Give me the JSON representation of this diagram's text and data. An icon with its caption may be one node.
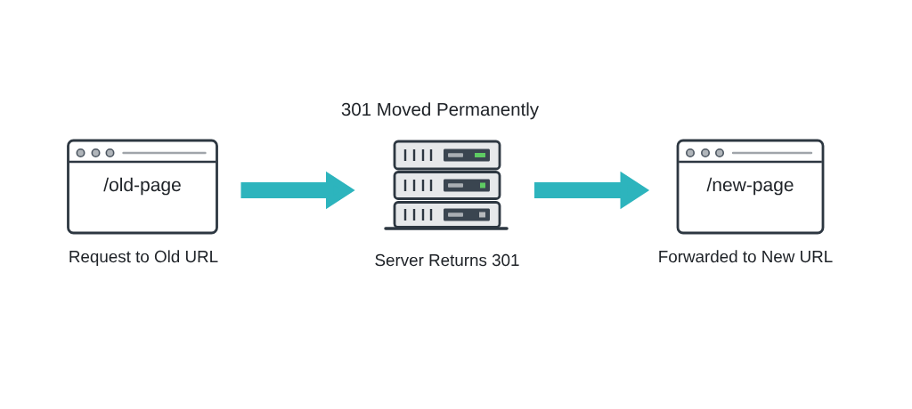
{
  "diagram": {
    "nodes": [
      {
        "text": [
          "/old-page"
        ],
        "beside": [
          "Request to Old URL"
        ]
      },
      {
        "text": [],
        "shape": "picture",
        "beside": [
          "301 Moved Permanently",
          "Server Returns 301"
        ]
      },
      {
        "text": [
          "/new-page"
        ],
        "beside": [
          "Forwarded to New URL"
        ]
      }
    ],
    "edges": [
      {
        "from": 0,
        "to": 1,
        "arrow": "to"
      },
      {
        "from": 1,
        "to": 2,
        "arrow": "to"
      }
    ]
  }
}
